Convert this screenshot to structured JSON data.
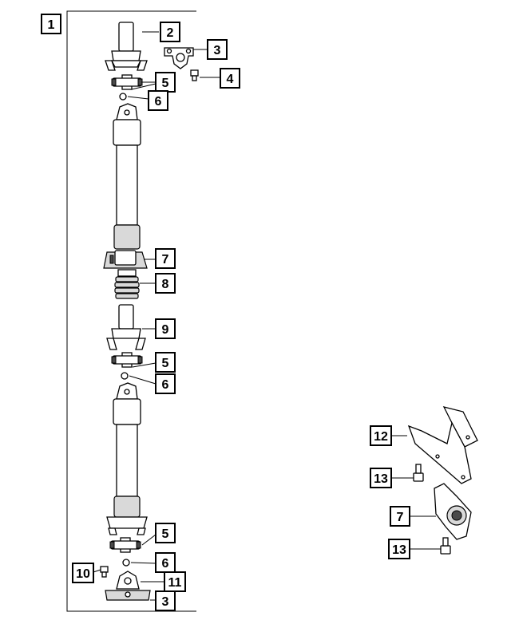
{
  "colors": {
    "line": "#000000",
    "background": "#ffffff",
    "shade": "#d9d9d9"
  },
  "callouts": {
    "c1": "1",
    "c2": "2",
    "c3a": "3",
    "c4": "4",
    "c5a": "5",
    "c6a": "6",
    "c7a": "7",
    "c8": "8",
    "c9": "9",
    "c5b": "5",
    "c6b": "6",
    "c12": "12",
    "c13a": "13",
    "c7b": "7",
    "c13b": "13",
    "c5c": "5",
    "c10": "10",
    "c6c": "6",
    "c11": "11",
    "c3b": "3"
  }
}
